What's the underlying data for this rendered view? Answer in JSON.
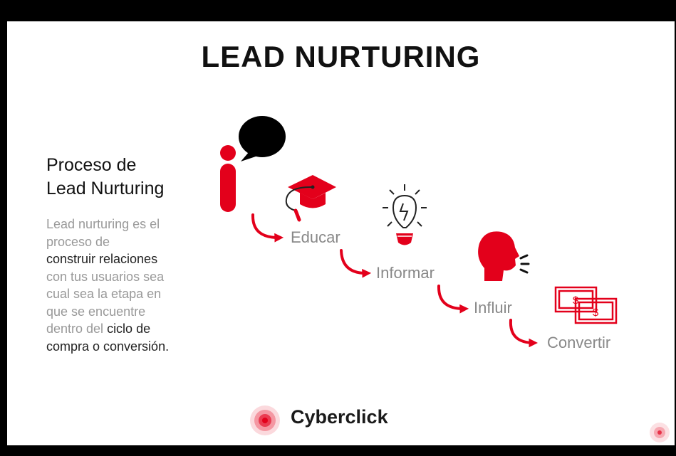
{
  "title": "LEAD NURTURING",
  "process_title_line1": "Proceso de",
  "process_title_line2": "Lead Nurturing",
  "description": {
    "p1": "Lead nurturing es el",
    "p2": "proceso de",
    "p3": "construir relaciones",
    "p4": "con tus usuarios sea",
    "p5": "cual sea la etapa en",
    "p6": "que se encuentre",
    "p7": "dentro del ",
    "p7b": "ciclo de",
    "p8": "compra o conversión."
  },
  "steps": [
    "Educar",
    "Informar",
    "Influir",
    "Convertir"
  ],
  "brand": "Cyberclick",
  "colors": {
    "accent": "#e3001b",
    "text_dark": "#111111",
    "text_gray": "#999999"
  }
}
